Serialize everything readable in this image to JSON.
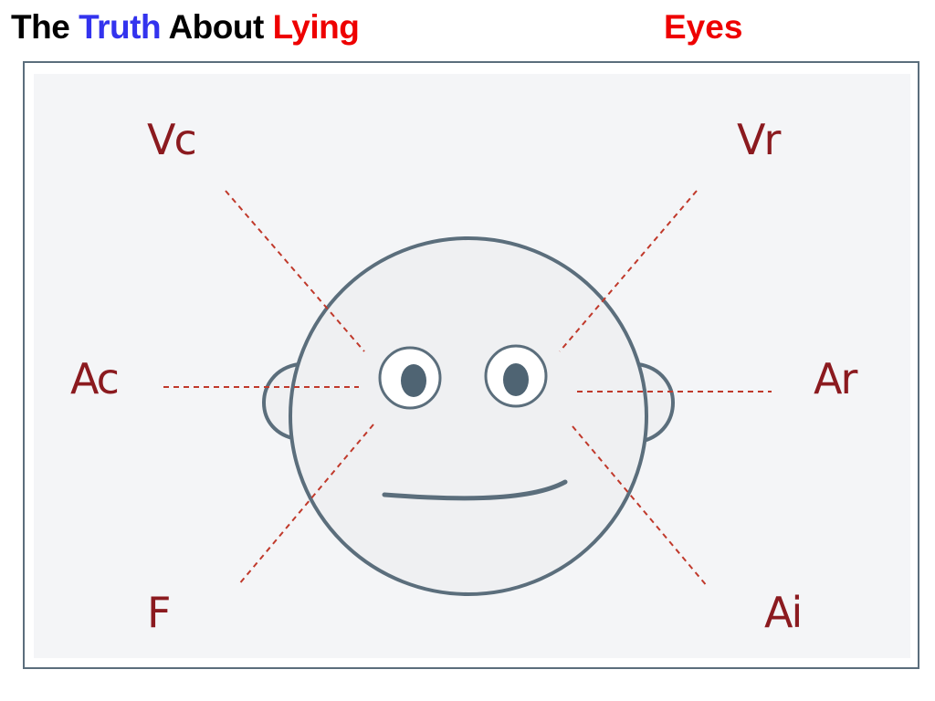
{
  "title": {
    "parts": [
      {
        "text": "The ",
        "color": "#000000"
      },
      {
        "text": "Truth",
        "color": "#3333ee"
      },
      {
        "text": " About ",
        "color": "#000000"
      },
      {
        "text": "Lying",
        "color": "#ee0000"
      }
    ],
    "eyes_label": "Eyes",
    "eyes_color": "#ee0000"
  },
  "diagram": {
    "labels": {
      "vc": "Vc",
      "vr": "Vr",
      "ac": "Ac",
      "ar": "Ar",
      "f": "F",
      "ai": "Ai"
    },
    "label_color": "#8b1a1f",
    "line_color": "#c0392b",
    "face_stroke": "#5b6e7c",
    "face_fill": "#eff0f2",
    "pupil_color": "#4f6473"
  }
}
